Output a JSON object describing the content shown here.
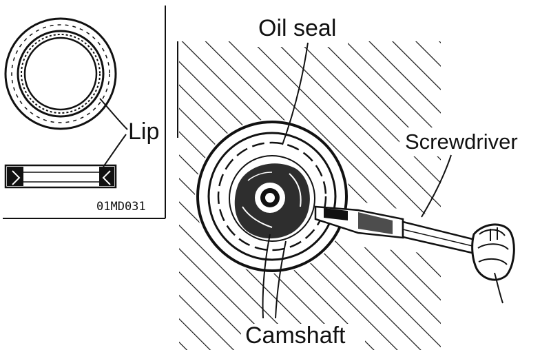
{
  "labels": {
    "oil_seal": "Oil seal",
    "screwdriver": "Screwdriver",
    "camshaft": "Camshaft",
    "lip": "Lip",
    "inset_code": "01MD031"
  },
  "colors": {
    "ink": "#111111",
    "paper": "#ffffff"
  }
}
